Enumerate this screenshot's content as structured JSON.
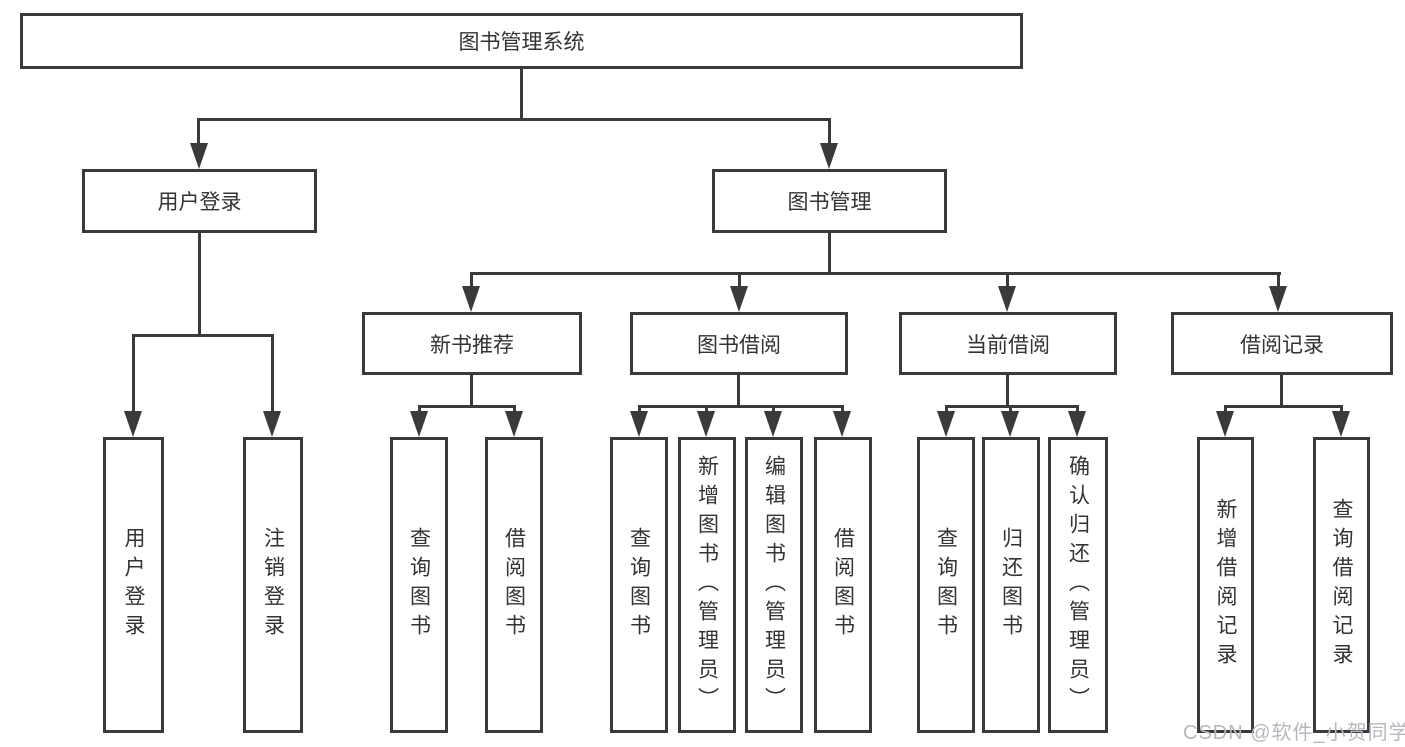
{
  "tree": {
    "label": "图书管理系统",
    "children": [
      {
        "label": "用户登录",
        "children": [
          {
            "label": "用户登录"
          },
          {
            "label": "注销登录"
          }
        ]
      },
      {
        "label": "图书管理",
        "children": [
          {
            "label": "新书推荐",
            "children": [
              {
                "label": "查询图书"
              },
              {
                "label": "借阅图书"
              }
            ]
          },
          {
            "label": "图书借阅",
            "children": [
              {
                "label": "查询图书"
              },
              {
                "label": "新增图书（管理员）"
              },
              {
                "label": "编辑图书（管理员）"
              },
              {
                "label": "借阅图书"
              }
            ]
          },
          {
            "label": "当前借阅",
            "children": [
              {
                "label": "查询图书"
              },
              {
                "label": "归还图书"
              },
              {
                "label": "确认归还（管理员）"
              }
            ]
          },
          {
            "label": "借阅记录",
            "children": [
              {
                "label": "新增借阅记录"
              },
              {
                "label": "查询借阅记录"
              }
            ]
          }
        ]
      }
    ]
  },
  "watermark": {
    "text": "CSDN @软件_小贺同学"
  },
  "colors": {
    "line": "#3a3a3a",
    "text": "#333333",
    "watermark": "#b4b8be",
    "background": "#ffffff"
  }
}
